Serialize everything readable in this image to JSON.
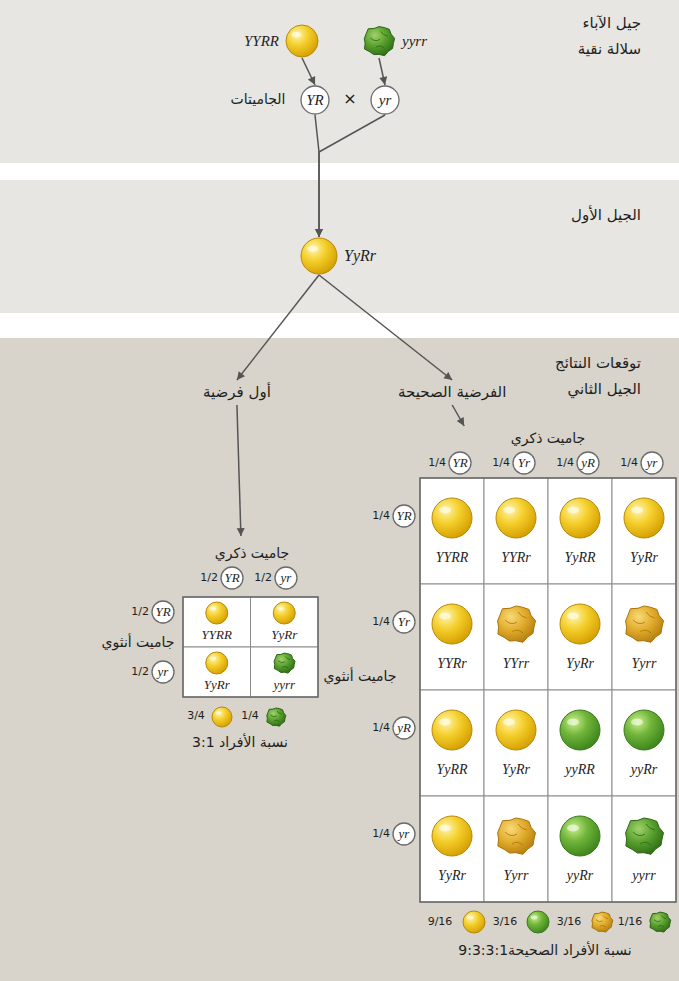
{
  "diagram": {
    "nodes": [
      {
        "text": [
          "جيل الآباء",
          "سلالة نقية"
        ]
      },
      {
        "text": [
          "YYRR"
        ],
        "in": 0
      },
      {
        "text": [
          "yyrr"
        ],
        "in": 0
      },
      {
        "text": [
          "YR"
        ],
        "in": 0
      },
      {
        "text": [
          "yr"
        ],
        "in": 0
      },
      {
        "text": [
          "الجيل الأول"
        ]
      },
      {
        "text": [
          "YyRr"
        ],
        "in": 5
      },
      {
        "text": [
          "توقعات النتائج",
          "الجيل الثاني"
        ]
      },
      {
        "text": [
          "أول فرضية"
        ],
        "in": 7
      },
      {
        "text": [
          "الفرضية الصحيحة"
        ],
        "in": 7
      },
      {
        "text": [
          "1/2",
          "YR"
        ],
        "in": 7
      },
      {
        "text": [
          "1/2",
          "yr"
        ],
        "in": 7
      },
      {
        "text": [
          "1/2",
          "YR"
        ],
        "in": 7
      },
      {
        "text": [
          "1/2",
          "yr"
        ],
        "in": 7
      },
      {
        "text": [
          "1/4",
          "YR"
        ],
        "in": 7
      },
      {
        "text": [
          "1/4",
          "Yr"
        ],
        "in": 7
      },
      {
        "text": [
          "1/4",
          "yR"
        ],
        "in": 7
      },
      {
        "text": [
          "1/4",
          "yr"
        ],
        "in": 7
      },
      {
        "text": [
          "1/4",
          "YR"
        ],
        "in": 7
      },
      {
        "text": [
          "1/4",
          "Yr"
        ],
        "in": 7
      },
      {
        "text": [
          "1/4",
          "yR"
        ],
        "in": 7
      },
      {
        "text": [
          "1/4",
          "yr"
        ],
        "in": 7
      }
    ],
    "edges": [
      {
        "from": 1,
        "to": 3,
        "arrow": "to"
      },
      {
        "from": 2,
        "to": 4,
        "arrow": "to"
      },
      {
        "from": 3,
        "to": 6,
        "arrow": "to"
      },
      {
        "from": 4,
        "to": 6,
        "arrow": "to"
      },
      {
        "from": 6,
        "to": 8,
        "arrow": "to"
      },
      {
        "from": 6,
        "to": 9,
        "arrow": "to"
      }
    ],
    "labels": [
      "الجاميتات",
      "×",
      "جاميت ذكري",
      "جاميت أنثوي",
      "YYRR",
      "YyRr",
      "YyRr",
      "yyrr",
      "3/4",
      "1/4",
      "3:1 نسبة الأفراد",
      "جاميت ذكري",
      "جاميت أنثوي",
      "YYRR",
      "YYRr",
      "YyRR",
      "YyRr",
      "YYRr",
      "YYrr",
      "YyRr",
      "Yyrr",
      "YyRR",
      "YyRr",
      "yyRR",
      "yyRr",
      "YyRr",
      "Yyrr",
      "yyRr",
      "yyrr",
      "9/16",
      "3/16",
      "3/16",
      "1/16",
      "9:3:3:1نسبة الأفراد الصحيحة"
    ]
  }
}
